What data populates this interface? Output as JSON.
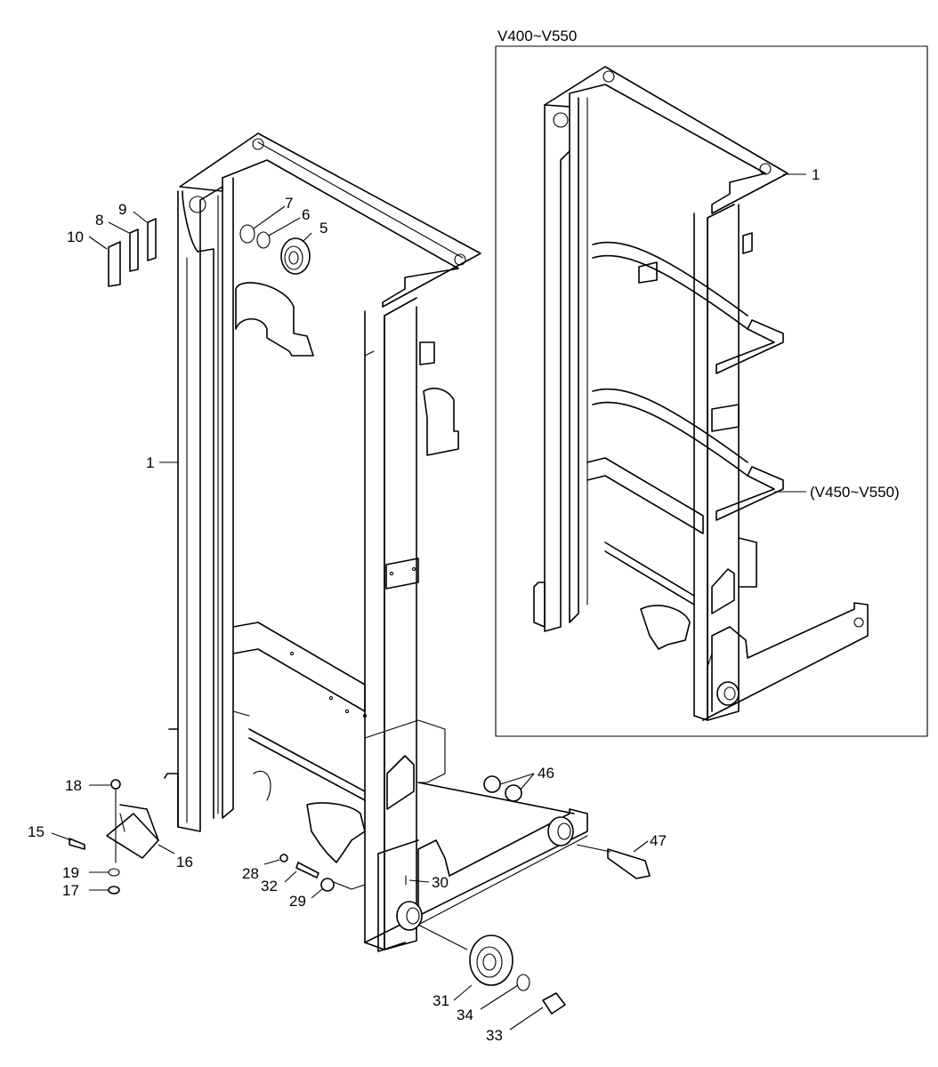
{
  "inset": {
    "title": "V400~V550",
    "note": "(V450~V550)"
  },
  "callouts": {
    "c1_main": "1",
    "c1_inset": "1",
    "c5": "5",
    "c6": "6",
    "c7": "7",
    "c8": "8",
    "c9": "9",
    "c10": "10",
    "c15": "15",
    "c16": "16",
    "c17": "17",
    "c18": "18",
    "c19": "19",
    "c28": "28",
    "c29": "29",
    "c30": "30",
    "c31": "31",
    "c32": "32",
    "c33": "33",
    "c34": "34",
    "c46": "46",
    "c47": "47"
  }
}
